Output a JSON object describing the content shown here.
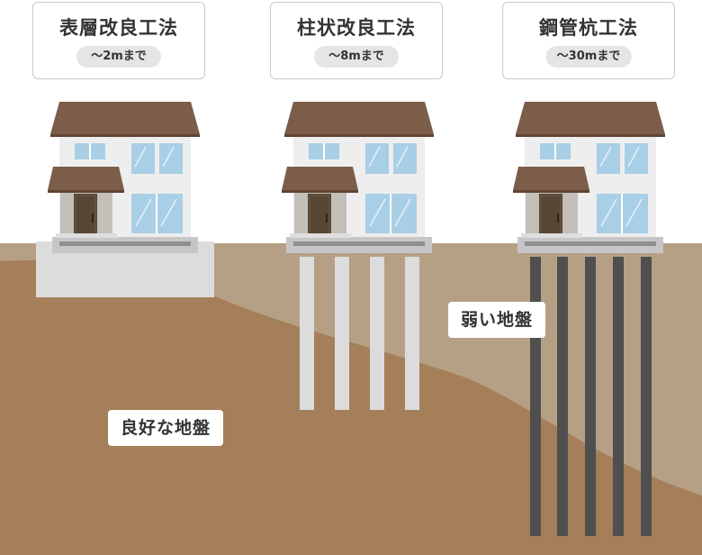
{
  "methods": [
    {
      "title": "表層改良工法",
      "depth": "～2mまで"
    },
    {
      "title": "柱状改良工法",
      "depth": "～8mまで"
    },
    {
      "title": "鋼管杭工法",
      "depth": "～30mまで"
    }
  ],
  "ground_labels": {
    "weak": "弱い地盤",
    "good": "良好な地盤"
  },
  "colors": {
    "weak_soil": "#b6a085",
    "good_soil": "#a57f59",
    "roof": "#7b5d4a",
    "wall": "#eeeeee",
    "window": "#a9cfe6",
    "door": "#574634",
    "surface_slab": "#dcdcdc",
    "column": "#dcdcdc",
    "steel_pile": "#4f4f4f"
  }
}
